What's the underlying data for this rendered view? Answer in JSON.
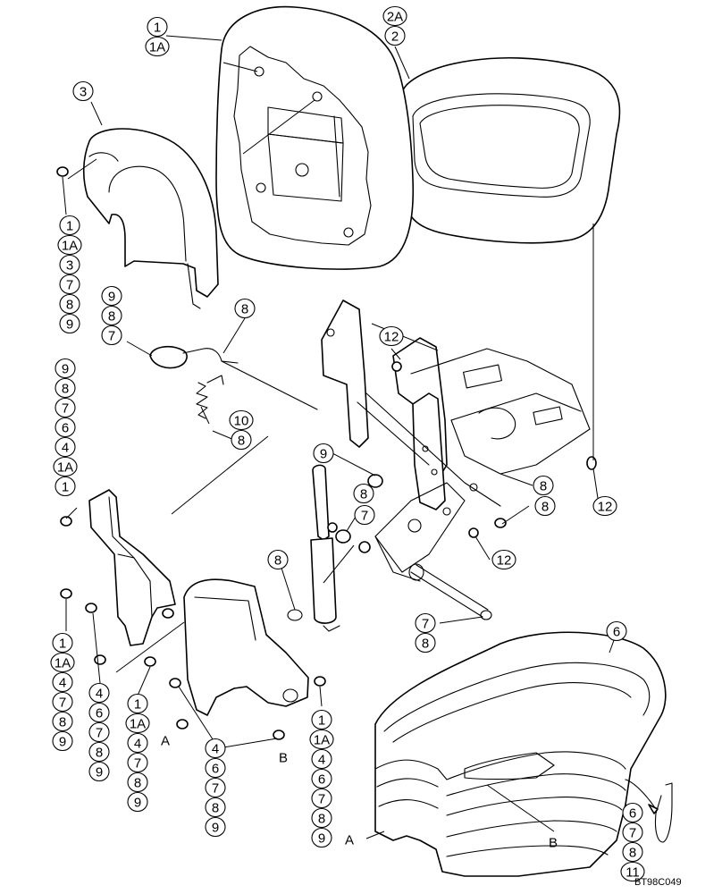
{
  "callouts": [
    {
      "id": "c1a",
      "text": "1"
    },
    {
      "id": "c1b",
      "text": "1A"
    },
    {
      "id": "c2a",
      "text": "2A"
    },
    {
      "id": "c2b",
      "text": "2"
    },
    {
      "id": "c3",
      "text": "3"
    },
    {
      "id": "s1_1",
      "text": "1"
    },
    {
      "id": "s1_2",
      "text": "1A"
    },
    {
      "id": "s1_3",
      "text": "3"
    },
    {
      "id": "s1_4",
      "text": "7"
    },
    {
      "id": "s1_5",
      "text": "8"
    },
    {
      "id": "s1_6",
      "text": "9"
    },
    {
      "id": "s2_1",
      "text": "9"
    },
    {
      "id": "s2_2",
      "text": "8"
    },
    {
      "id": "s2_3",
      "text": "7"
    },
    {
      "id": "c8_lever",
      "text": "8"
    },
    {
      "id": "s3_1",
      "text": "9"
    },
    {
      "id": "s3_2",
      "text": "8"
    },
    {
      "id": "s3_3",
      "text": "7"
    },
    {
      "id": "s3_4",
      "text": "6"
    },
    {
      "id": "s3_5",
      "text": "4"
    },
    {
      "id": "s3_6",
      "text": "1A"
    },
    {
      "id": "s3_7",
      "text": "1"
    },
    {
      "id": "c10",
      "text": "10"
    },
    {
      "id": "c10_8",
      "text": "8"
    },
    {
      "id": "c12_top",
      "text": "12"
    },
    {
      "id": "c9_mid",
      "text": "9"
    },
    {
      "id": "c8_mid",
      "text": "8"
    },
    {
      "id": "c7_mid",
      "text": "7"
    },
    {
      "id": "c8_strut",
      "text": "8"
    },
    {
      "id": "c8_right",
      "text": "8"
    },
    {
      "id": "c12_mid",
      "text": "12"
    },
    {
      "id": "c12_right",
      "text": "12"
    },
    {
      "id": "c8_frame",
      "text": "8"
    },
    {
      "id": "c7_low",
      "text": "7"
    },
    {
      "id": "c8_low",
      "text": "8"
    },
    {
      "id": "c6",
      "text": "6"
    },
    {
      "id": "s4_1",
      "text": "1"
    },
    {
      "id": "s4_2",
      "text": "1A"
    },
    {
      "id": "s4_3",
      "text": "4"
    },
    {
      "id": "s4_4",
      "text": "7"
    },
    {
      "id": "s4_5",
      "text": "8"
    },
    {
      "id": "s4_6",
      "text": "9"
    },
    {
      "id": "s5_1",
      "text": "4"
    },
    {
      "id": "s5_2",
      "text": "6"
    },
    {
      "id": "s5_3",
      "text": "7"
    },
    {
      "id": "s5_4",
      "text": "8"
    },
    {
      "id": "s5_5",
      "text": "9"
    },
    {
      "id": "s6_1",
      "text": "1"
    },
    {
      "id": "s6_2",
      "text": "1A"
    },
    {
      "id": "s6_3",
      "text": "4"
    },
    {
      "id": "s6_4",
      "text": "7"
    },
    {
      "id": "s6_5",
      "text": "8"
    },
    {
      "id": "s6_6",
      "text": "9"
    },
    {
      "id": "s7_1",
      "text": "4"
    },
    {
      "id": "s7_2",
      "text": "6"
    },
    {
      "id": "s7_3",
      "text": "7"
    },
    {
      "id": "s7_4",
      "text": "8"
    },
    {
      "id": "s7_5",
      "text": "9"
    },
    {
      "id": "s8_1",
      "text": "1"
    },
    {
      "id": "s8_2",
      "text": "1A"
    },
    {
      "id": "s8_3",
      "text": "4"
    },
    {
      "id": "s8_4",
      "text": "6"
    },
    {
      "id": "s8_5",
      "text": "7"
    },
    {
      "id": "s8_6",
      "text": "8"
    },
    {
      "id": "s8_7",
      "text": "9"
    },
    {
      "id": "s9_1",
      "text": "6"
    },
    {
      "id": "s9_2",
      "text": "7"
    },
    {
      "id": "s9_3",
      "text": "8"
    },
    {
      "id": "s9_4",
      "text": "11"
    }
  ],
  "letters": {
    "a_left": "A",
    "b_left": "B",
    "a_bottom": "A",
    "b_bottom": "B"
  },
  "reference_code": "BT98C049"
}
